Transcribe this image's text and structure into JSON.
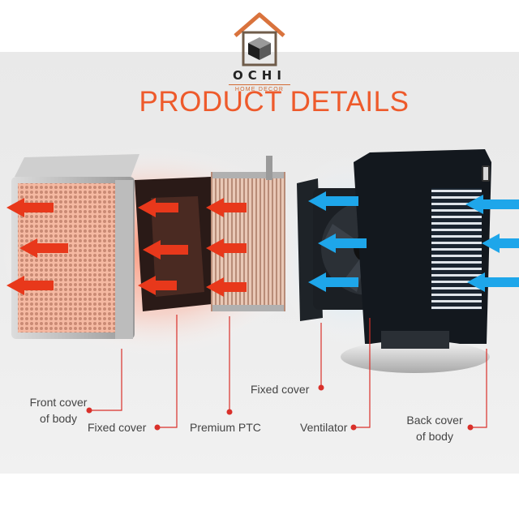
{
  "brand": {
    "name": "OCHI",
    "tagline": "HOME DECOR"
  },
  "title": "PRODUCT DETAILS",
  "callouts": {
    "front_cover": "Front cover\nof body",
    "fixed_cover_left": "Fixed cover",
    "premium_ptc": "Premium PTC",
    "fixed_cover_mid": "Fixed cover",
    "ventilator": "Ventilator",
    "back_cover": "Back cover\nof body"
  },
  "colors": {
    "title": "#ee5a2b",
    "hot_arrow": "#e8381b",
    "cool_arrow": "#1ea6ea",
    "leader_line": "#d9302a"
  }
}
